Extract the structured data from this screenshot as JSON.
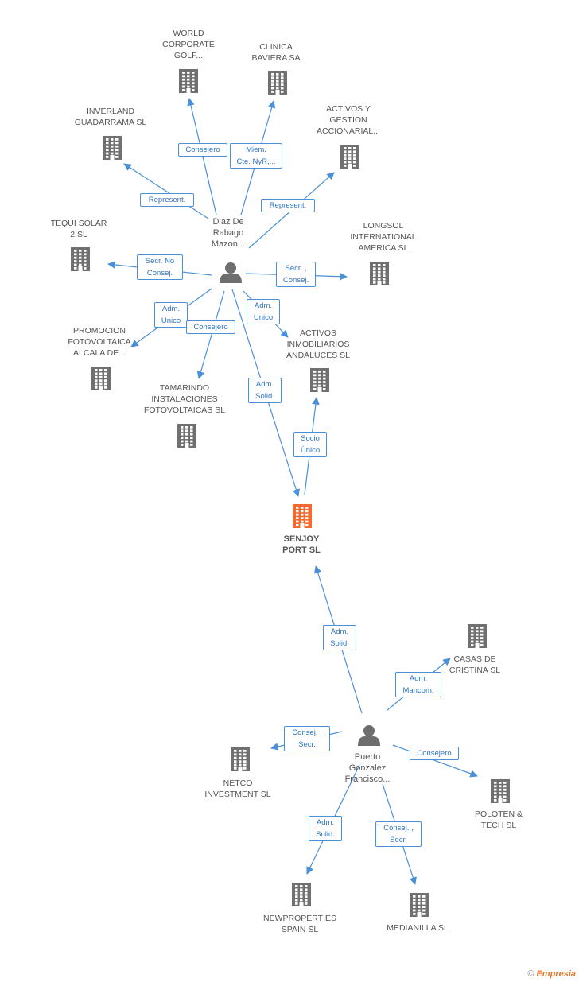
{
  "colors": {
    "edge": "#4a90d9",
    "building": "#707070",
    "center": "#f26a2e",
    "person": "#6e6e6e"
  },
  "persons": {
    "diaz": {
      "name_lines": [
        "Diaz De",
        "Rabago",
        "Mazon..."
      ]
    },
    "puerto": {
      "name_lines": [
        "Puerto",
        "Gonzalez",
        "Francisco..."
      ]
    }
  },
  "center_company": {
    "name_lines": [
      "SENJOY",
      "PORT SL"
    ]
  },
  "companies": {
    "world": {
      "name_lines": [
        "WORLD",
        "CORPORATE",
        "GOLF..."
      ]
    },
    "clinica": {
      "name_lines": [
        "CLINICA",
        "BAVIERA SA"
      ]
    },
    "inverland": {
      "name_lines": [
        "INVERLAND",
        "GUADARRAMA SL"
      ]
    },
    "activos_gestion": {
      "name_lines": [
        "ACTIVOS Y",
        "GESTION",
        "ACCIONARIAL..."
      ]
    },
    "tequi": {
      "name_lines": [
        "TEQUI SOLAR",
        "2 SL"
      ]
    },
    "longsol": {
      "name_lines": [
        "LONGSOL",
        "INTERNATIONAL",
        "AMERICA SL"
      ]
    },
    "promocion": {
      "name_lines": [
        "PROMOCION",
        "FOTOVOLTAICA",
        "ALCALA DE..."
      ]
    },
    "activos_inmo": {
      "name_lines": [
        "ACTIVOS",
        "INMOBILIARIOS",
        "ANDALUCES SL"
      ]
    },
    "tamarindo": {
      "name_lines": [
        "TAMARINDO",
        "INSTALACIONES",
        "FOTOVOLTAICAS SL"
      ]
    },
    "casas": {
      "name_lines": [
        "CASAS DE",
        "CRISTINA SL"
      ]
    },
    "netco": {
      "name_lines": [
        "NETCO",
        "INVESTMENT  SL"
      ]
    },
    "poloten": {
      "name_lines": [
        "POLOTEN &",
        "TECH  SL"
      ]
    },
    "newproperties": {
      "name_lines": [
        "NEWPROPERTIES",
        "SPAIN SL"
      ]
    },
    "medianilla": {
      "name_lines": [
        "MEDIANILLA SL"
      ]
    }
  },
  "edges": {
    "world": {
      "label_lines": [
        "Consejero"
      ]
    },
    "clinica": {
      "label_lines": [
        "Miem.",
        "Cte. NyR,..."
      ]
    },
    "inverland": {
      "label_lines": [
        "Represent."
      ]
    },
    "activos_gestion": {
      "label_lines": [
        "Represent."
      ]
    },
    "tequi": {
      "label_lines": [
        "Secr.  No",
        "Consej."
      ]
    },
    "longsol": {
      "label_lines": [
        "Secr. ,",
        "Consej."
      ]
    },
    "promocion": {
      "label_lines": [
        "Adm.",
        "Unico"
      ]
    },
    "tamarindo": {
      "label_lines": [
        "Consejero"
      ]
    },
    "activos_inmo": {
      "label_lines": [
        "Adm.",
        "Unico"
      ]
    },
    "diaz_center": {
      "label_lines": [
        "Adm.",
        "Solid."
      ]
    },
    "center_activos": {
      "label_lines": [
        "Socio",
        "Único"
      ]
    },
    "puerto_center": {
      "label_lines": [
        "Adm.",
        "Solid."
      ]
    },
    "casas": {
      "label_lines": [
        "Adm.",
        "Mancom."
      ]
    },
    "netco": {
      "label_lines": [
        "Consej. ,",
        "Secr."
      ]
    },
    "poloten": {
      "label_lines": [
        "Consejero"
      ]
    },
    "newproperties": {
      "label_lines": [
        "Adm.",
        "Solid."
      ]
    },
    "medianilla": {
      "label_lines": [
        "Consej. ,",
        "Secr."
      ]
    }
  },
  "footer": {
    "copyright": "©",
    "brand": "Empresia"
  }
}
